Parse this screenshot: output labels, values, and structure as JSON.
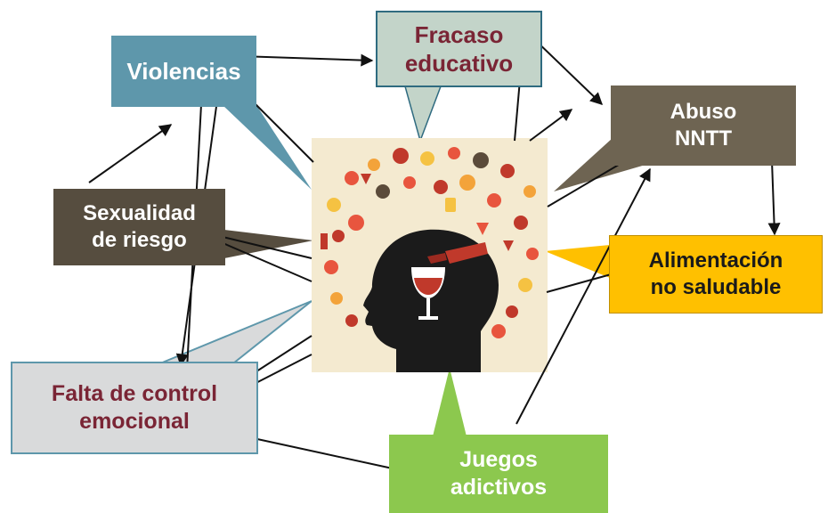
{
  "colors": {
    "violencias": "#5e97ab",
    "fracaso": "#c3d4c9",
    "abuso": "#6e6452",
    "sexualidad": "#564d3f",
    "alimentacion": "#ffc000",
    "falta": "#d9dadb",
    "juegos": "#8cc84e",
    "dark_red_text": "#7a2535",
    "image_bg": "#f4ead0"
  },
  "nodes": {
    "violencias": {
      "line1": "Violencias",
      "line2": ""
    },
    "fracaso": {
      "line1": "Fracaso",
      "line2": "educativo"
    },
    "abuso": {
      "line1": "Abuso",
      "line2": "NNTT"
    },
    "sexualidad": {
      "line1": "Sexualidad",
      "line2": "de riesgo"
    },
    "alimentacion": {
      "line1": "Alimentación",
      "line2": "no saludable"
    },
    "falta": {
      "line1": "Falta de control",
      "line2": "emocional"
    },
    "juegos": {
      "line1": "Juegos",
      "line2": "adictivos"
    }
  },
  "central_image": {
    "icon": "head-with-drinks-icon",
    "description_icons": [
      "wine-glass-icon",
      "cocktail-icon",
      "beer-mug-icon",
      "bottle-icon"
    ]
  }
}
